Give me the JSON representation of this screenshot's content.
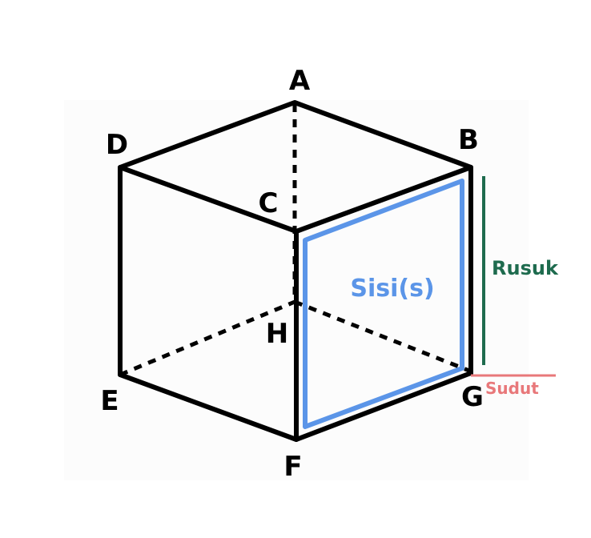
{
  "vertices": {
    "A": "A",
    "B": "B",
    "C": "C",
    "D": "D",
    "E": "E",
    "F": "F",
    "G": "G",
    "H": "H"
  },
  "face_label": "Sisi(s)",
  "edge_label": "Rusuk",
  "corner_label": "Sudut",
  "colors": {
    "edges": "#000000",
    "face": "#5b95e8",
    "edge_callout": "#1e6b4e",
    "corner_callout": "#e8787a"
  }
}
